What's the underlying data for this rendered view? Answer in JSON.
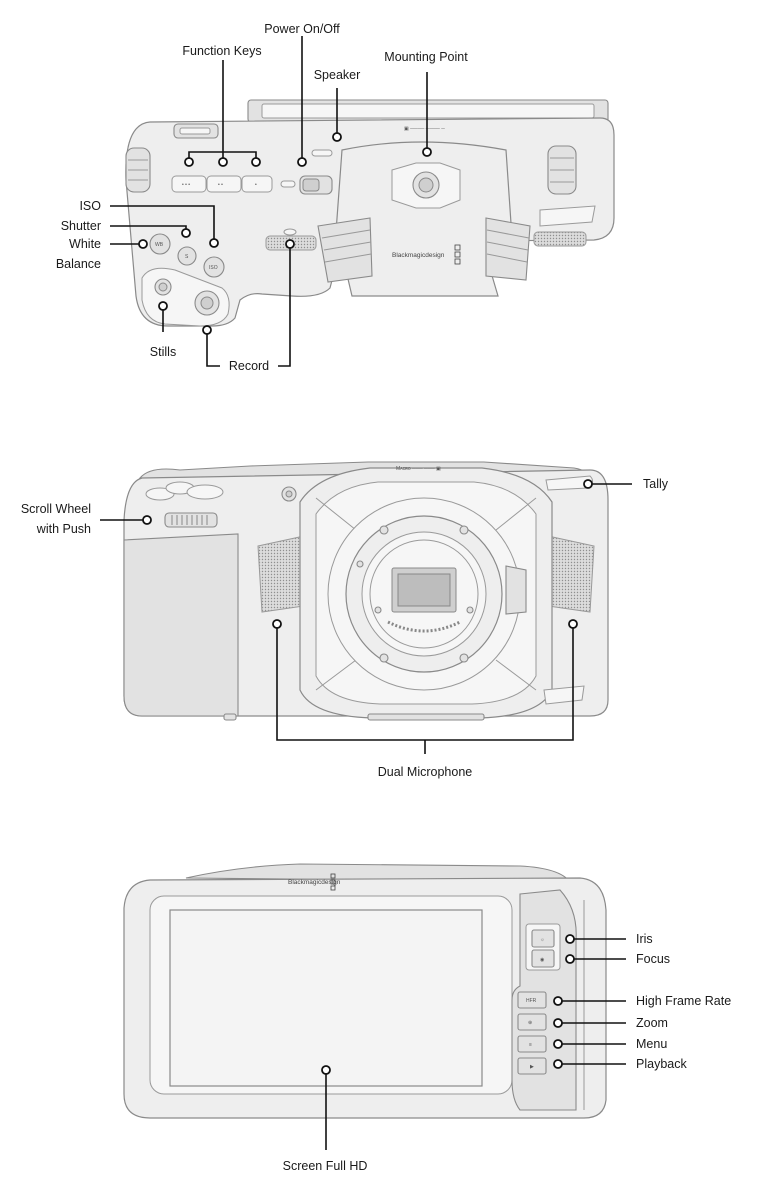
{
  "top_view": {
    "labels": {
      "power": "Power On/Off",
      "function_keys": "Function Keys",
      "speaker": "Speaker",
      "mounting_point": "Mounting Point",
      "iso": "ISO",
      "shutter": "Shutter",
      "white_balance_line1": "White",
      "white_balance_line2": "Balance",
      "stills": "Stills",
      "record": "Record"
    },
    "button_text": {
      "wb": "WB",
      "shutter": "S",
      "iso": "ISO"
    },
    "brand": "Blackmagicdesign"
  },
  "front_view": {
    "labels": {
      "scroll_line1": "Scroll Wheel",
      "scroll_line2": "with Push",
      "tally": "Tally",
      "dual_mic": "Dual Microphone"
    }
  },
  "back_view": {
    "labels": {
      "iris": "Iris",
      "focus": "Focus",
      "hfr": "High Frame Rate",
      "zoom": "Zoom",
      "menu": "Menu",
      "playback": "Playback",
      "screen": "Screen Full HD"
    },
    "button_text": {
      "hfr": "HFR"
    },
    "brand": "Blackmagicdesign"
  }
}
